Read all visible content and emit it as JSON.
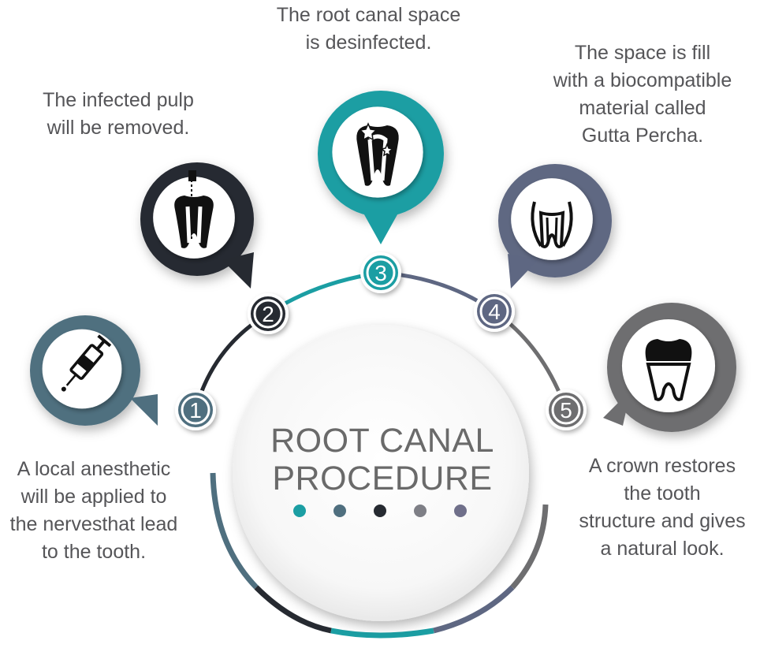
{
  "title": {
    "line1": "ROOT CANAL",
    "line2": "PROCEDURE"
  },
  "colors": {
    "step1": "#4f6f7f",
    "step2": "#262a31",
    "step3": "#1b9ea3",
    "step4": "#5e6782",
    "step5": "#6e6e70",
    "text": "#555558",
    "dots": [
      "#1b9ea3",
      "#4f6f7f",
      "#262a31",
      "#7e7f86",
      "#6f6f8a"
    ]
  },
  "steps": [
    {
      "number": "1",
      "icon": "syringe-icon",
      "lines": [
        "A local anesthetic",
        "will be applied to",
        "the nervesthat lead",
        "to the tooth."
      ]
    },
    {
      "number": "2",
      "icon": "tooth-drill-icon",
      "lines": [
        "The infected pulp",
        "will be removed."
      ]
    },
    {
      "number": "3",
      "icon": "tooth-disinfect-icon",
      "lines": [
        "The root canal space",
        "is desinfected."
      ]
    },
    {
      "number": "4",
      "icon": "tooth-filling-icon",
      "lines": [
        "The space is fill",
        "with a biocompatible",
        "material called",
        "Gutta Percha."
      ]
    },
    {
      "number": "5",
      "icon": "tooth-crown-icon",
      "lines": [
        "A crown restores",
        "the tooth",
        "structure and gives",
        "a natural look."
      ]
    }
  ]
}
